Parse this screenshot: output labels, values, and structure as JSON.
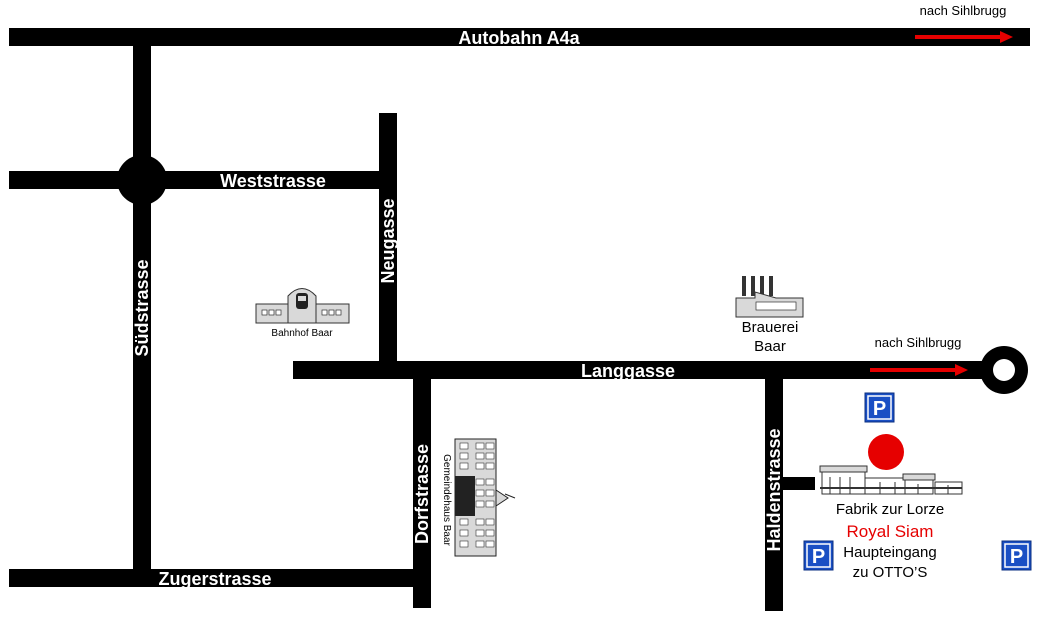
{
  "roads": {
    "autobahn": "Autobahn A4a",
    "weststrasse": "Weststrasse",
    "suedstrasse": "Südstrasse",
    "neugasse": "Neugasse",
    "langgasse": "Langgasse",
    "dorfstrasse": "Dorfstrasse",
    "haldenstrasse": "Haldenstrasse",
    "zugerstrasse": "Zugerstrasse"
  },
  "directions": {
    "top_right": "nach Sihlbrugg",
    "langgasse_right": "nach Sihlbrugg"
  },
  "landmarks": {
    "bahnhof": "Bahnhof Baar",
    "brauerei_line1": "Brauerei",
    "brauerei_line2": "Baar",
    "gemeindehaus": "Gemeindehaus Baar",
    "fabrik": "Fabrik zur Lorze",
    "royal_siam": "Royal Siam",
    "haupteingang": "Haupteingang",
    "ottos": "zu OTTO’S"
  },
  "parking": {
    "letter": "P"
  },
  "colors": {
    "road": "#000000",
    "arrow": "#e60000",
    "marker": "#e60000",
    "parking": "#1a4fc4"
  },
  "icons": {
    "destination_marker": "red-dot-icon",
    "roundabout": "roundabout-icon",
    "station": "train-station-icon",
    "brewery": "factory-icon",
    "town_hall": "town-hall-icon",
    "factory": "factory-building-icon",
    "parking": "parking-icon"
  }
}
